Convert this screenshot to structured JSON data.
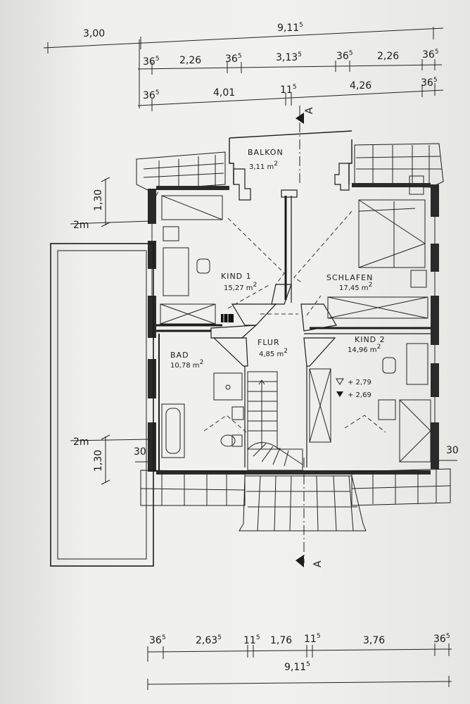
{
  "dimensions": {
    "top_row1_left": "3,00",
    "top_row1_total": {
      "base": "9,11",
      "sup": "5"
    },
    "top_row2": [
      {
        "base": "36",
        "sup": "5"
      },
      {
        "base": "2,26",
        "sup": ""
      },
      {
        "base": "36",
        "sup": "5"
      },
      {
        "base": "3,13",
        "sup": "5"
      },
      {
        "base": "36",
        "sup": "5"
      },
      {
        "base": "2,26",
        "sup": ""
      },
      {
        "base": "36",
        "sup": "5"
      }
    ],
    "top_row3": [
      {
        "base": "36",
        "sup": "5"
      },
      {
        "base": "4,01",
        "sup": ""
      },
      {
        "base": "11",
        "sup": "5"
      },
      {
        "base": "4,26",
        "sup": ""
      },
      {
        "base": "36",
        "sup": "5"
      }
    ],
    "bottom_row1": [
      {
        "base": "36",
        "sup": "5"
      },
      {
        "base": "2,63",
        "sup": "5"
      },
      {
        "base": "11",
        "sup": "5"
      },
      {
        "base": "1,76",
        "sup": ""
      },
      {
        "base": "11",
        "sup": "5"
      },
      {
        "base": "3,76",
        "sup": ""
      },
      {
        "base": "36",
        "sup": "5"
      }
    ],
    "bottom_total": {
      "base": "9,11",
      "sup": "5"
    },
    "left_130_top": "1,30",
    "left_2m_top": "2m",
    "left_2m_bottom": "2m",
    "left_130_bottom": "1,30",
    "left_30": "30",
    "right_30": "30"
  },
  "rooms": {
    "balkon": {
      "name": "BALKON",
      "area": "3,11 m",
      "area_sup": "2"
    },
    "kind1": {
      "name": "KIND 1",
      "area": "15,27 m",
      "area_sup": "2"
    },
    "schlafen": {
      "name": "SCHLAFEN",
      "area": "17,45 m",
      "area_sup": "2"
    },
    "flur": {
      "name": "FLUR",
      "area": "4,85 m",
      "area_sup": "2"
    },
    "bad": {
      "name": "BAD",
      "area": "10,78 m",
      "area_sup": "2"
    },
    "kind2": {
      "name": "KIND 2",
      "area": "14,96 m",
      "area_sup": "2"
    }
  },
  "levels": {
    "upper": "+ 2,79",
    "lower": "+ 2,69"
  },
  "section_marks": {
    "top": "A",
    "bottom": "A"
  }
}
